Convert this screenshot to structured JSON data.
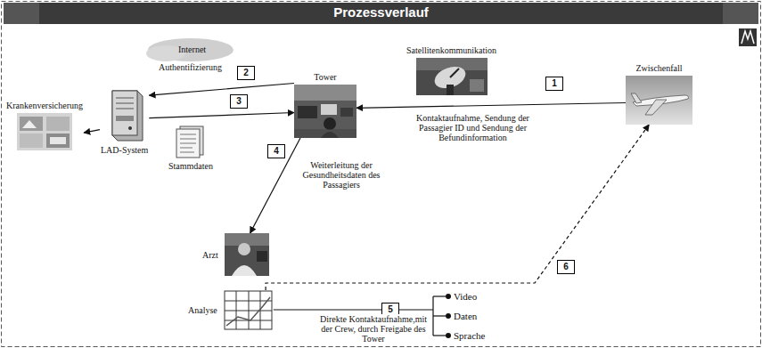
{
  "diagram": {
    "title": "Prozessverlauf",
    "nodes": [
      {
        "text": [
          "Krankenversicherung"
        ]
      },
      {
        "text": [
          "LAD-System"
        ]
      },
      {
        "text": [
          "Stammdaten"
        ]
      },
      {
        "text": [
          "Tower"
        ]
      },
      {
        "text": [
          "Satellitenkommunikation"
        ]
      },
      {
        "text": [
          "Zwischenfall"
        ]
      },
      {
        "text": [
          "Arzt"
        ]
      },
      {
        "text": [
          "Analyse"
        ]
      }
    ],
    "edges": [
      {
        "from": 5,
        "to": 3,
        "arrow": "to"
      },
      {
        "from": 3,
        "to": 1,
        "arrow": "to"
      },
      {
        "from": 1,
        "to": 3,
        "arrow": "to"
      },
      {
        "from": 1,
        "to": 0,
        "arrow": "to"
      },
      {
        "from": 3,
        "to": 6,
        "arrow": "to"
      },
      {
        "from": 7,
        "to": 5,
        "arrow": "to"
      }
    ],
    "labels": [
      "Internet",
      "Authentifizierung",
      "1",
      "2",
      "3",
      "4",
      "5",
      "6",
      "Kontaktaufnahme, Sendung der Passagier ID und Sendung der Befundinformation",
      "Weiterleitung der Gesundheitsdaten des Passagiers",
      "Direkte Kontaktaufnahme,mit der Crew, durch Freigabe des Tower",
      "Video",
      "Daten",
      "Sprache"
    ]
  }
}
